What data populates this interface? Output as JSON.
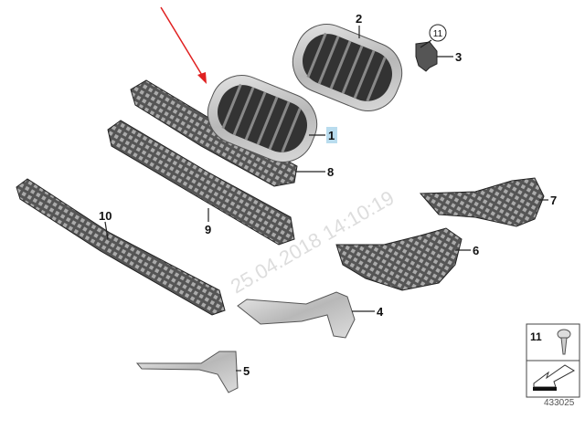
{
  "diagram": {
    "callouts": {
      "p1": "1",
      "p2": "2",
      "p3": "3",
      "p4": "4",
      "p5": "5",
      "p6": "6",
      "p7": "7",
      "p8": "8",
      "p9": "9",
      "p10": "10",
      "p11": "11"
    },
    "legend": {
      "item_number": "11",
      "image_number": "433025"
    },
    "watermark": "25.04.2018 14:10:19",
    "colors": {
      "arrow": "#e02020",
      "highlight": "#b9dcee",
      "chrome": "#c8c8c8",
      "plastic": "#3a3a3a"
    }
  }
}
